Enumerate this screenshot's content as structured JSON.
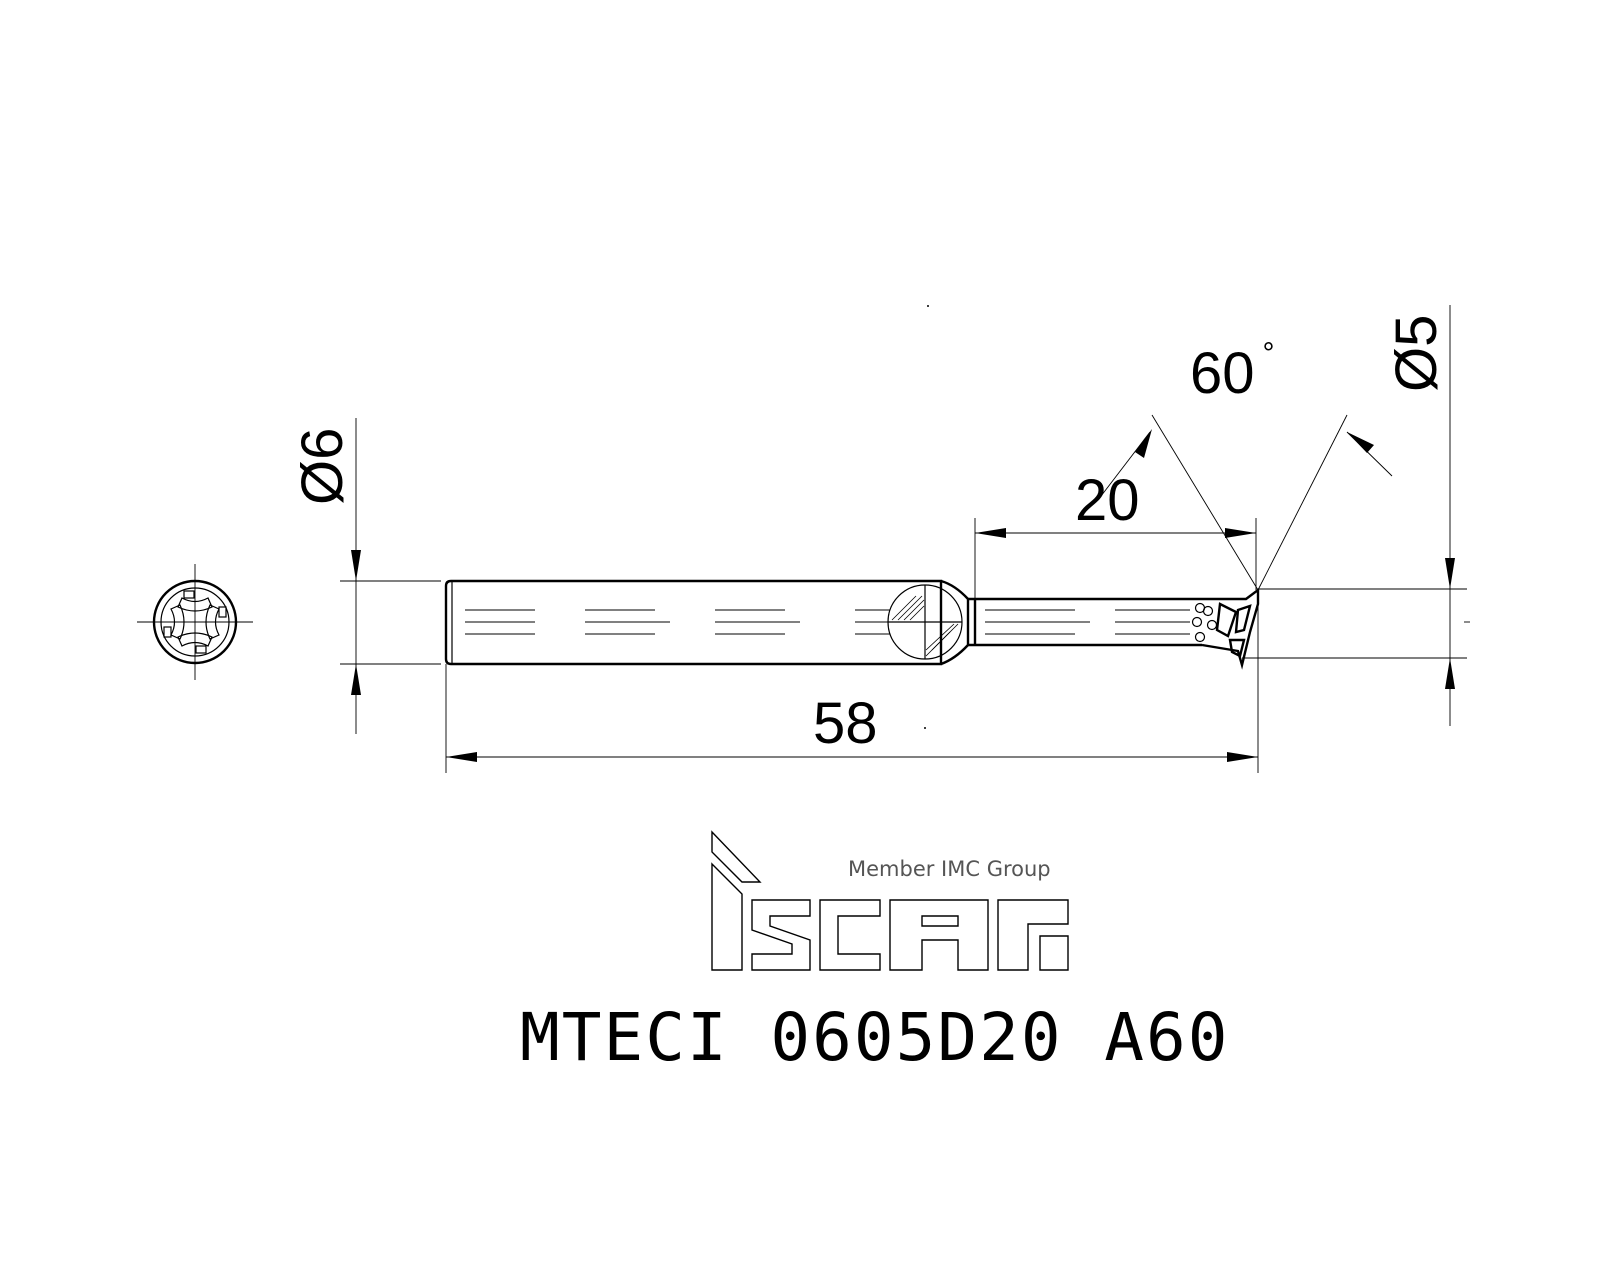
{
  "dimensions": {
    "shank_diameter": "Ø6",
    "cutting_diameter": "Ø5",
    "neck_length": "20",
    "overall_length": "58",
    "angle": "60",
    "angle_unit": "°"
  },
  "logo": {
    "tagline": "Member IMC Group",
    "wordmark": "iscar"
  },
  "product_code": "MTECI 0605D20 A60"
}
